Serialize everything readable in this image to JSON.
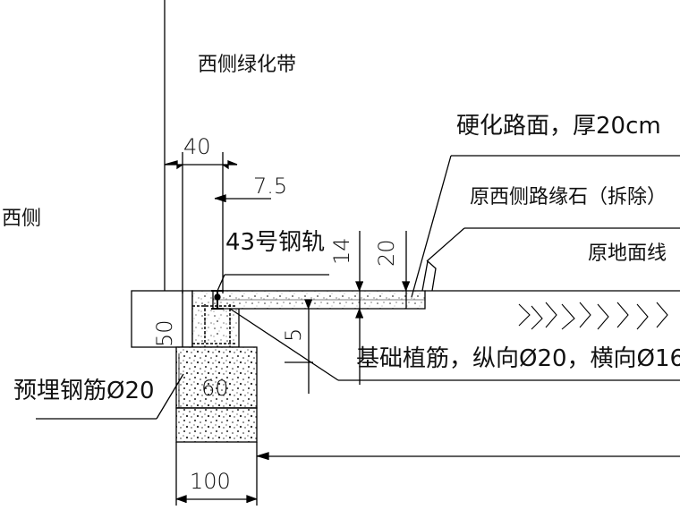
{
  "labels": {
    "green_belt": "西侧绿化带",
    "west_side": "西侧",
    "hardened_pavement": "硬化路面，厚20cm",
    "curb_removed": "原西侧路缘石（拆除）",
    "ground_line": "原地面线",
    "rail": "43号钢轨",
    "embedded_rebar": "预埋钢筋Ø20",
    "planted_rebar": "基础植筋，纵向Ø20，横向Ø16"
  },
  "dimensions": {
    "d40": "40",
    "d7_5": "7.5",
    "d14": "14",
    "d20": "20",
    "d50": "50",
    "d5": "5",
    "d60": "60",
    "d100": "100"
  }
}
